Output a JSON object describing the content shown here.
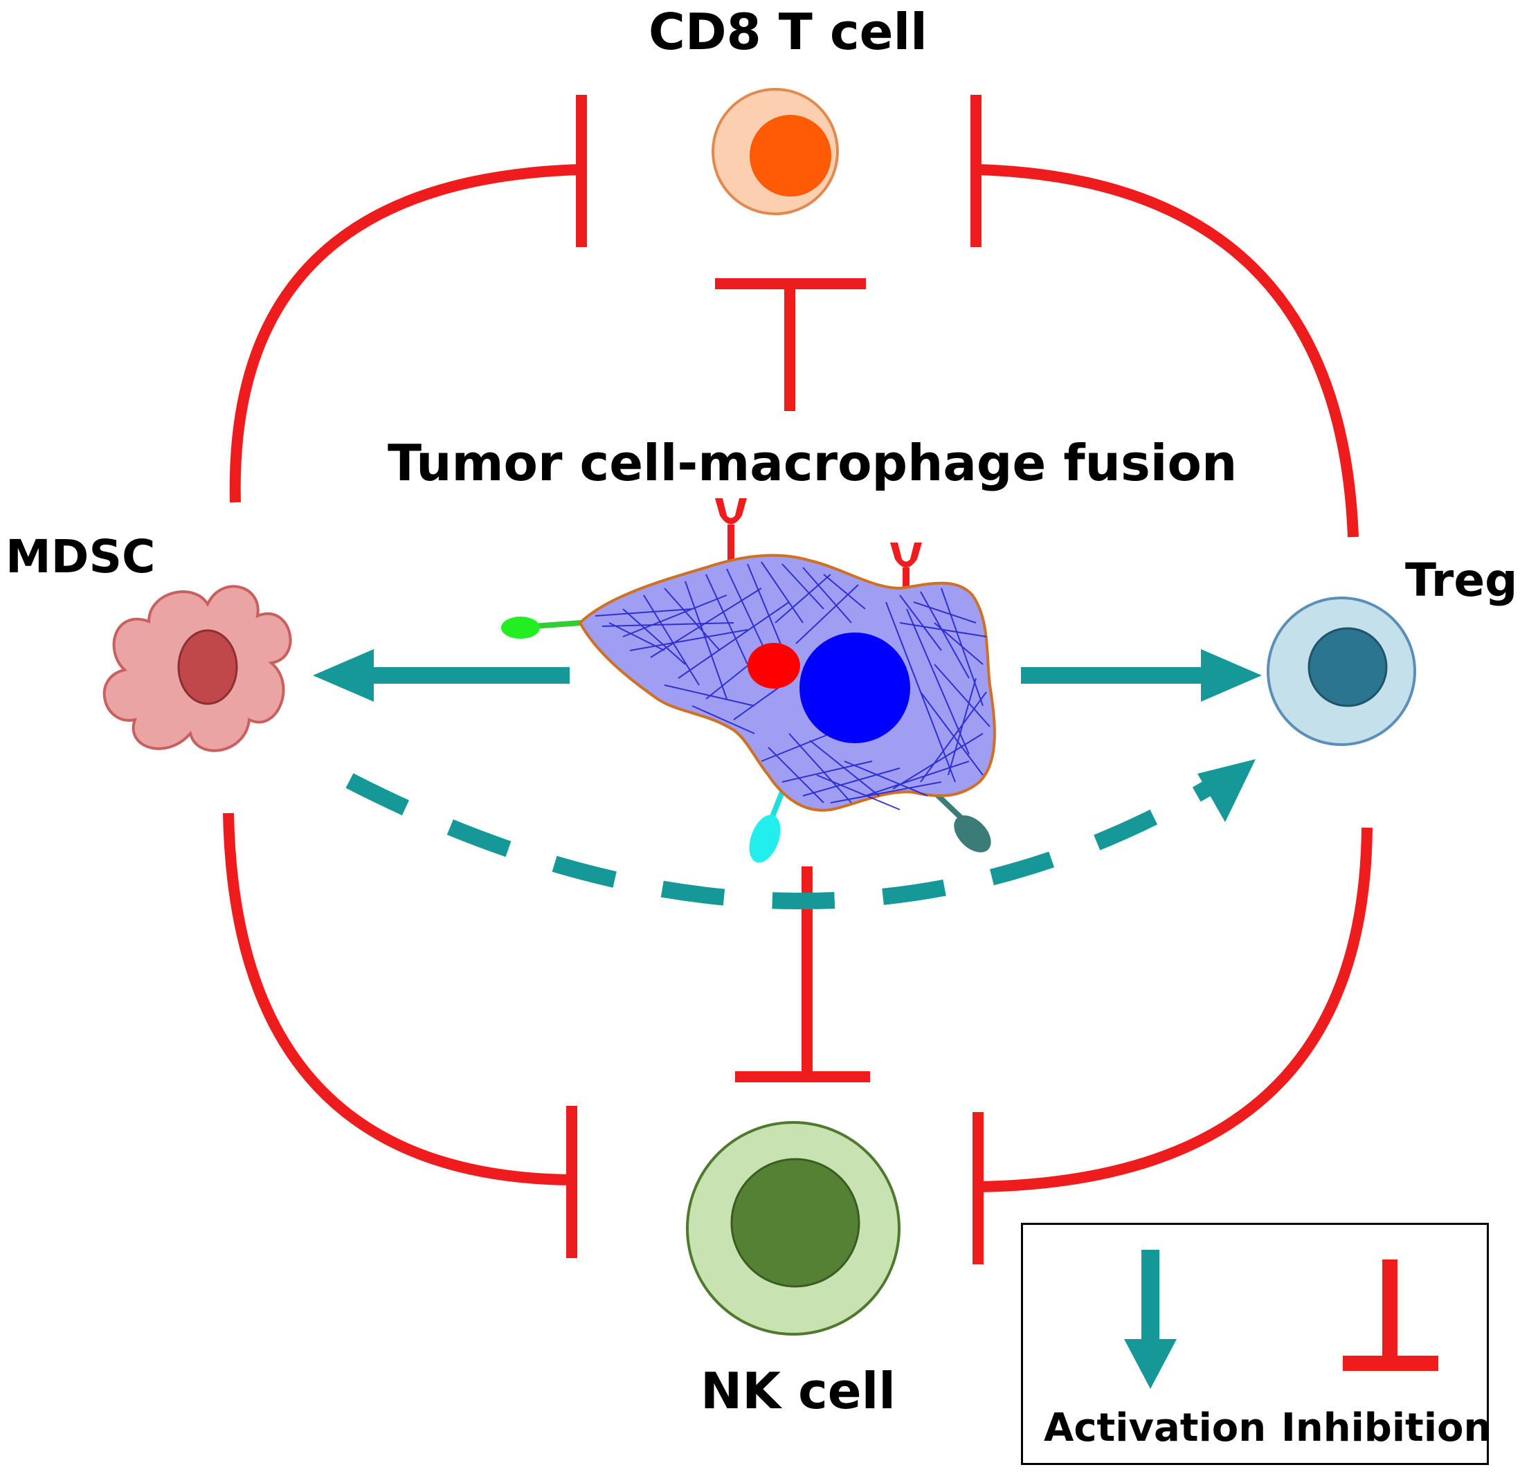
{
  "labels": {
    "cd8": "CD8 T cell",
    "fusion": "Tumor cell-macrophage fusion",
    "mdsc": "MDSC",
    "treg": "Treg",
    "nk": "NK cell"
  },
  "legend": {
    "activation": "Activation",
    "inhibition": "Inhibition"
  },
  "colors": {
    "inhibition": "#ee1c1c",
    "activation": "#169898",
    "cd8_body": "#fbcfb0",
    "cd8_nucleus": "#ff5a05",
    "mdsc_body": "#eaa4a4",
    "mdsc_nucleus": "#c0484b",
    "treg_body": "#c4e0ea",
    "treg_nucleus": "#2c7590",
    "nk_body": "#c9e2b1",
    "nk_nucleus": "#548133",
    "fusion_body": "#9f9ef2",
    "fusion_nucleus": "#0000ff",
    "fusion_fiber": "#1d1dc8"
  }
}
